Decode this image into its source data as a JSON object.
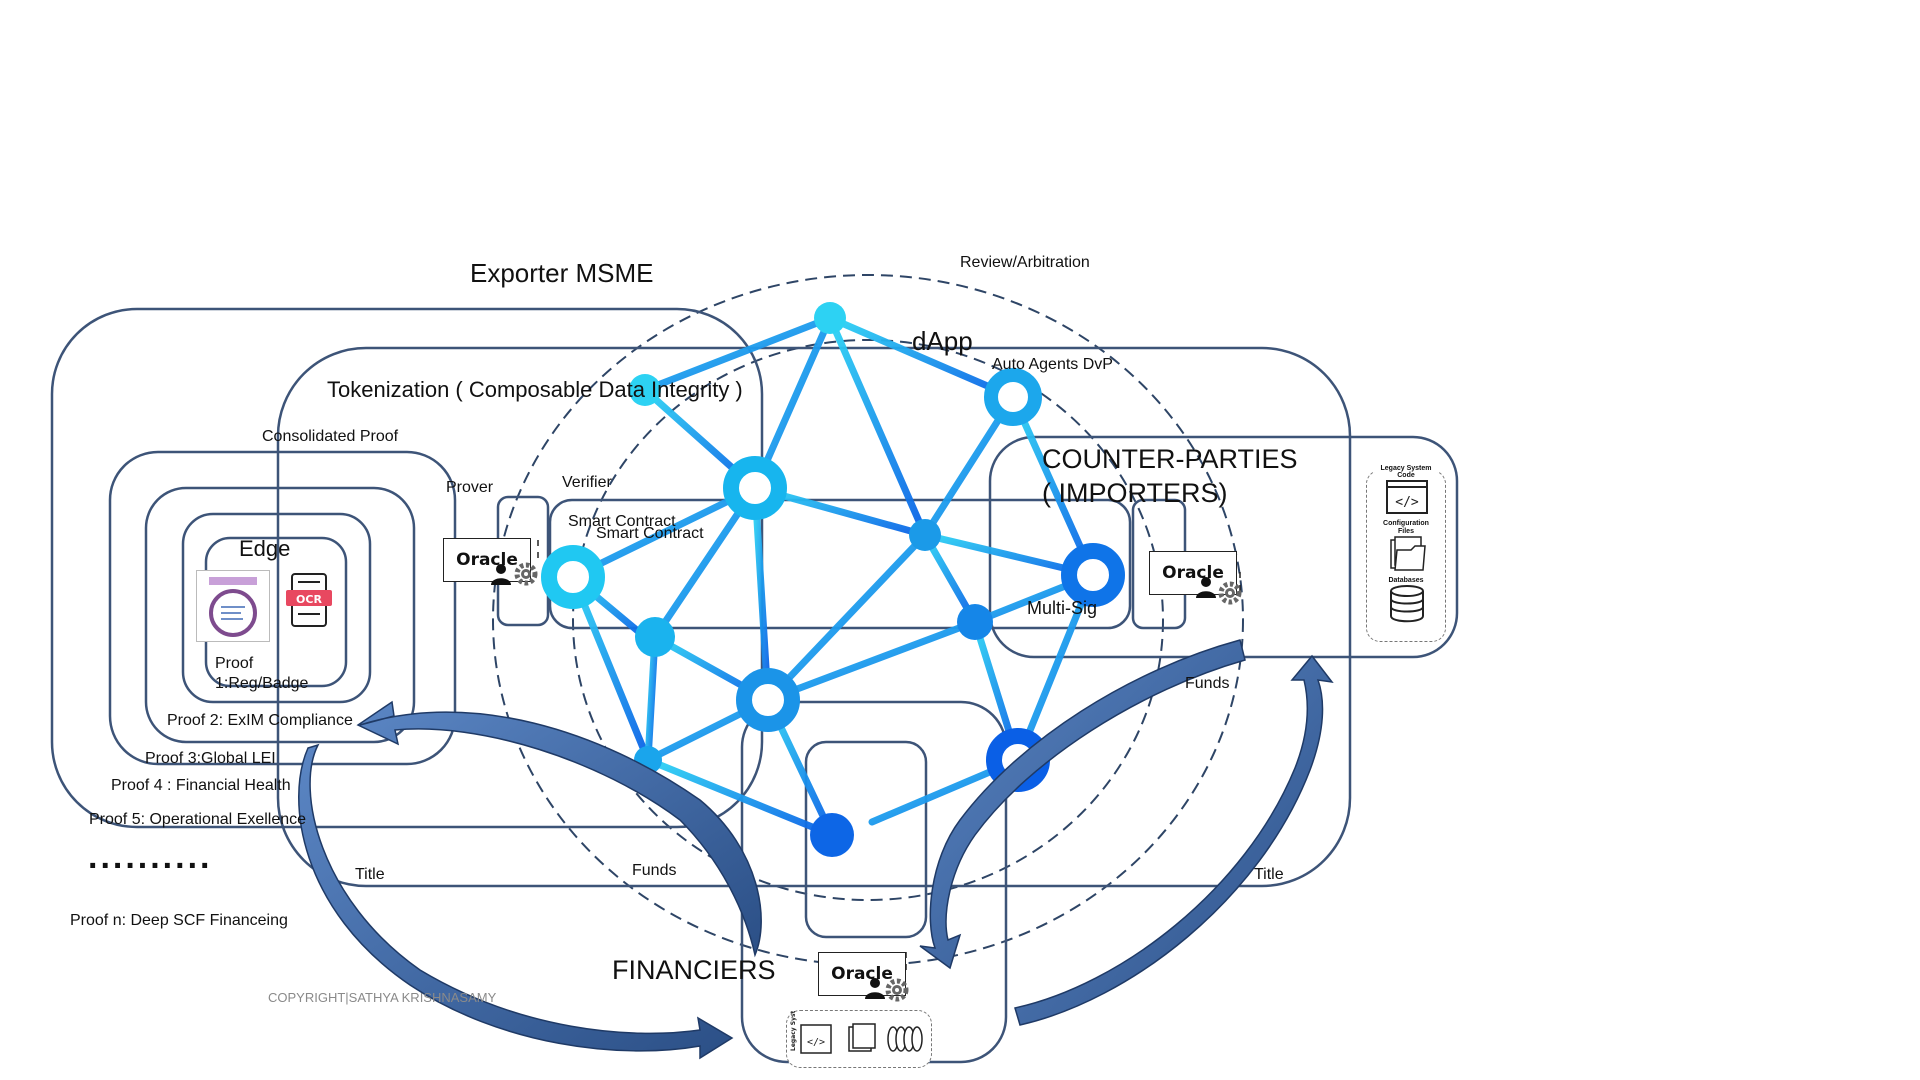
{
  "labels": {
    "exporter": "Exporter MSME",
    "dapp": "dApp",
    "review": "Review/Arbitration",
    "auto_agents": "Auto Agents DvP",
    "tokenization": "Tokenization ( Composable Data Integrity )",
    "consolidated": "Consolidated Proof",
    "prover": "Prover",
    "verifier": "Verifier",
    "smart_contract_1": "Smart Contract",
    "smart_contract_2": "Smart Contract",
    "counterparties_1": "COUNTER-PARTIES",
    "counterparties_2": "( IMPORTERS)",
    "multisig": "Multi-Sig",
    "edge": "Edge",
    "proof1_a": "Proof",
    "proof1_b": "1:Reg/Badge",
    "proof2": "Proof 2: ExIM Compliance",
    "proof3": "Proof 3:Global LEI",
    "proof4": "Proof 4 : Financial Health",
    "proof5": "Proof 5: Operational Exellence",
    "dots": "..........",
    "proofn": "Proof n: Deep SCF Financeing",
    "title_left": "Title",
    "funds_mid": "Funds",
    "funds_right": "Funds",
    "title_right": "Title",
    "financiers": "FINANCIERS",
    "copyright": "COPYRIGHT|SATHYA KRISHNASAMY"
  },
  "oracle": {
    "left": "Oracle",
    "right": "Oracle",
    "bottom": "Oracle"
  },
  "legacy": {
    "title": "Legacy System",
    "code": "Code",
    "config": "Configuration Files",
    "db": "Databases"
  },
  "colors": {
    "frame": "#3d5478",
    "network_light": "#22c4f0",
    "network_dark": "#0a5fe6",
    "arrow": "#3a5f96"
  },
  "icons": [
    "oracle-person-icon",
    "gear-icon",
    "ocr-icon",
    "metadata-icon",
    "code-icon",
    "files-icon",
    "database-icon"
  ]
}
